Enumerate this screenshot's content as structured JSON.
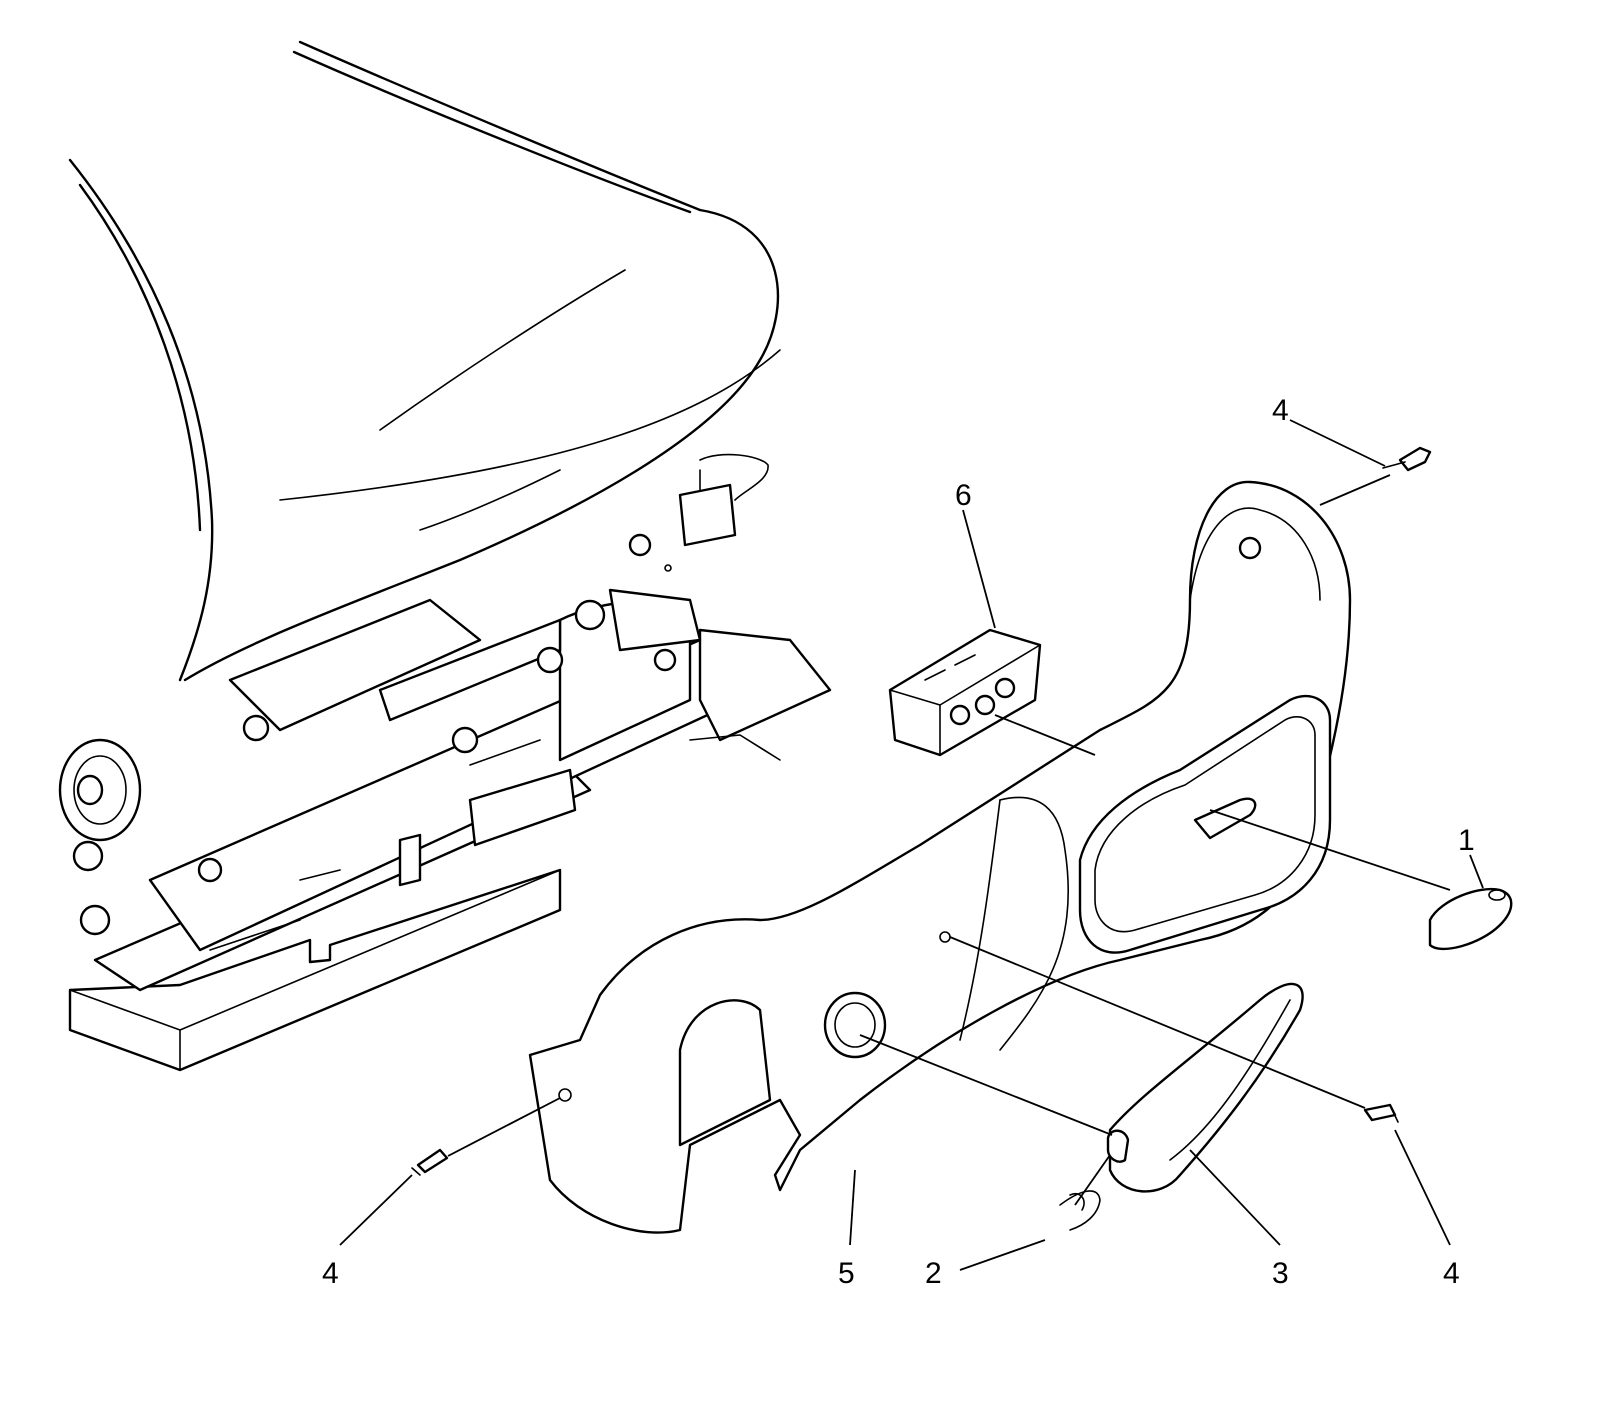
{
  "callouts": [
    {
      "id": "c1",
      "text": "1"
    },
    {
      "id": "c2",
      "text": "2"
    },
    {
      "id": "c3",
      "text": "3"
    },
    {
      "id": "c4a",
      "text": "4"
    },
    {
      "id": "c4b",
      "text": "4"
    },
    {
      "id": "c4c",
      "text": "4"
    },
    {
      "id": "c5",
      "text": "5"
    },
    {
      "id": "c6",
      "text": "6"
    }
  ]
}
